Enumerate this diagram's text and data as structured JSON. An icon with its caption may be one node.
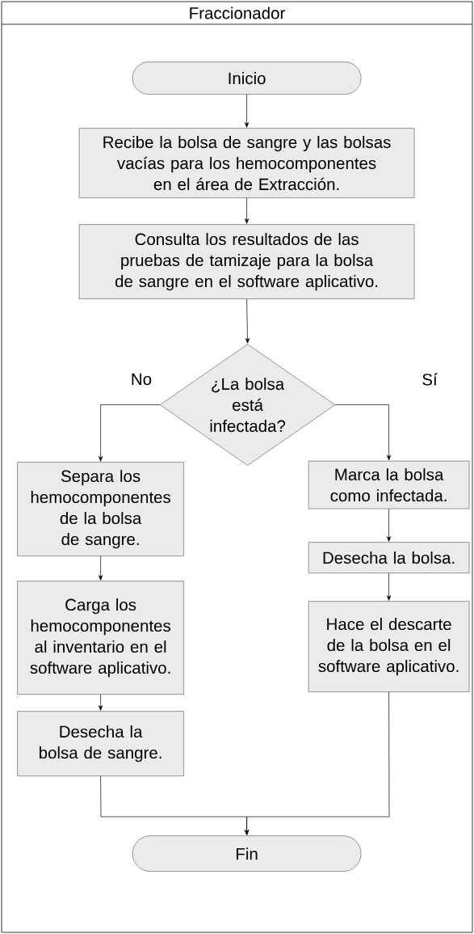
{
  "diagram": {
    "nodes": [
      {
        "text": [
          "Fraccionador"
        ]
      },
      {
        "text": [
          "Inicio"
        ],
        "in": 0
      },
      {
        "text": [
          "Recibe la bolsa de sangre y las bolsas vacías para los hemocomponentes en el área de Extracción."
        ],
        "in": 0
      },
      {
        "text": [
          "Consulta los resultados de las pruebas de tamizaje para la bolsa de sangre en el software aplicativo."
        ],
        "in": 0
      },
      {
        "text": [
          "¿La bolsa está infectada?"
        ],
        "in": 0
      },
      {
        "text": [
          "Separa los hemocomponentes de la bolsa de sangre."
        ],
        "in": 0
      },
      {
        "text": [
          "Carga los hemocomponentes al inventario en el software aplicativo."
        ],
        "in": 0
      },
      {
        "text": [
          "Desecha la bolsa de sangre."
        ],
        "in": 0
      },
      {
        "text": [
          "Marca la bolsa como infectada."
        ],
        "in": 0
      },
      {
        "text": [
          "Desecha la bolsa."
        ],
        "in": 0
      },
      {
        "text": [
          "Hace el descarte de la bolsa en el software aplicativo."
        ],
        "in": 0
      },
      {
        "text": [
          "Fin"
        ],
        "in": 0
      }
    ],
    "edges": [
      {
        "from": 1,
        "to": 2,
        "arrow": "to"
      },
      {
        "from": 2,
        "to": 3,
        "arrow": "to"
      },
      {
        "from": 3,
        "to": 4,
        "arrow": "to"
      },
      {
        "from": 4,
        "to": 5,
        "arrow": "to",
        "label": "No"
      },
      {
        "from": 4,
        "to": 8,
        "arrow": "to",
        "label": "Sí"
      },
      {
        "from": 5,
        "to": 6,
        "arrow": "to"
      },
      {
        "from": 6,
        "to": 7,
        "arrow": "to"
      },
      {
        "from": 8,
        "to": 9,
        "arrow": "to"
      },
      {
        "from": 9,
        "to": 10,
        "arrow": "to"
      },
      {
        "from": 7,
        "to": 11,
        "arrow": "to"
      },
      {
        "from": 10,
        "to": 11,
        "arrow": "to"
      }
    ]
  }
}
